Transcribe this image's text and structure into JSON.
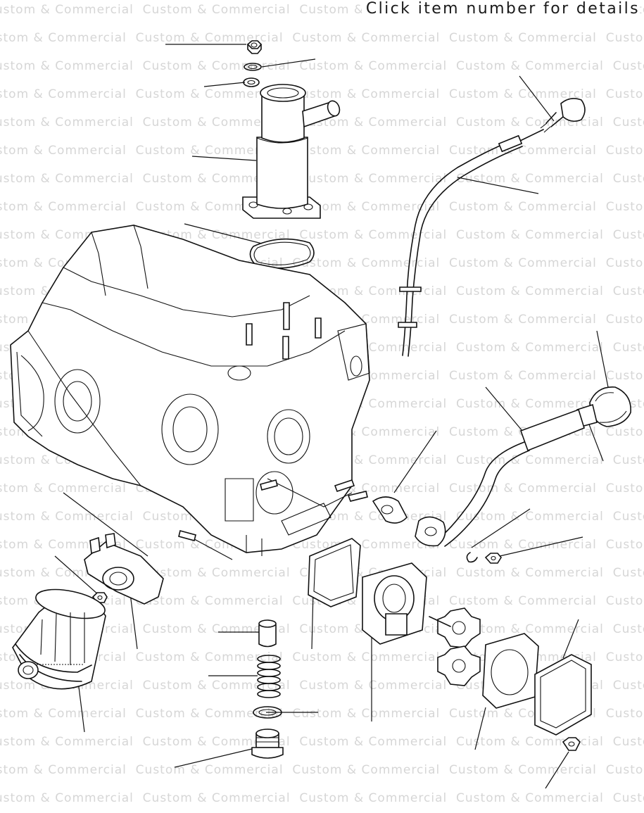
{
  "header": {
    "text": "Click item number for details"
  },
  "watermark": {
    "text": "Custom & Commercial"
  },
  "parts": [
    {
      "id": "nut-top"
    },
    {
      "id": "spring-washer-top"
    },
    {
      "id": "washer-top"
    },
    {
      "id": "oil-filler-neck"
    },
    {
      "id": "filler-neck-gasket"
    },
    {
      "id": "dipstick"
    },
    {
      "id": "dipstick-tube"
    },
    {
      "id": "breather-cap"
    },
    {
      "id": "breather-pipe"
    },
    {
      "id": "flange-gasket"
    },
    {
      "id": "crankcase"
    },
    {
      "id": "stud"
    },
    {
      "id": "filter-head-nut"
    },
    {
      "id": "filter-head"
    },
    {
      "id": "oil-filter"
    },
    {
      "id": "relief-valve-plunger"
    },
    {
      "id": "relief-valve-spring"
    },
    {
      "id": "relief-valve-washer"
    },
    {
      "id": "relief-valve-plug"
    },
    {
      "id": "pump-gasket"
    },
    {
      "id": "oil-pump-body"
    },
    {
      "id": "pump-gears"
    },
    {
      "id": "cover-gasket"
    },
    {
      "id": "pump-cover"
    },
    {
      "id": "cover-nut"
    },
    {
      "id": "circlip"
    },
    {
      "id": "pipe-nut"
    }
  ]
}
